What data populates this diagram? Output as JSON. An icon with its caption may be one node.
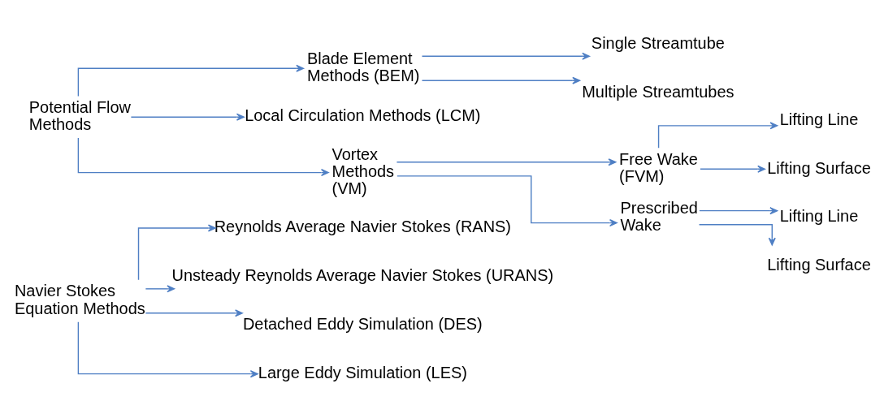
{
  "diagram": {
    "nodes": [
      {
        "text": [
          "Navier Stokes Equation Methods"
        ]
      },
      {
        "text": [
          "Reynolds Average Navier Stokes (RANS)"
        ]
      },
      {
        "text": [
          "Unsteady Reynolds Average Navier Stokes (URANS)"
        ]
      },
      {
        "text": [
          "Detached Eddy Simulation (DES)"
        ]
      },
      {
        "text": [
          "Large Eddy Simulation (LES)"
        ]
      },
      {
        "text": [
          "Potential Flow Methods"
        ]
      },
      {
        "text": [
          "Blade Element Methods (BEM)"
        ]
      },
      {
        "text": [
          "Single Streamtube"
        ]
      },
      {
        "text": [
          "Multiple Streamtubes"
        ]
      },
      {
        "text": [
          "Local Circulation Methods (LCM)"
        ]
      },
      {
        "text": [
          "Vortex Methods (VM)"
        ]
      },
      {
        "text": [
          "Free Wake (FVM)"
        ]
      },
      {
        "text": [
          "Lifting Line"
        ]
      },
      {
        "text": [
          "Lifting Surface"
        ]
      },
      {
        "text": [
          "Prescribed Wake"
        ]
      },
      {
        "text": [
          "Lifting Line"
        ]
      },
      {
        "text": [
          "Lifting Surface"
        ]
      }
    ],
    "edges": [
      {
        "from": 0,
        "to": 1,
        "arrow": "to"
      },
      {
        "from": 0,
        "to": 2,
        "arrow": "to"
      },
      {
        "from": 0,
        "to": 3,
        "arrow": "to"
      },
      {
        "from": 0,
        "to": 4,
        "arrow": "to"
      },
      {
        "from": 5,
        "to": 6,
        "arrow": "to"
      },
      {
        "from": 6,
        "to": 7,
        "arrow": "to"
      },
      {
        "from": 6,
        "to": 8,
        "arrow": "to"
      },
      {
        "from": 5,
        "to": 9,
        "arrow": "to"
      },
      {
        "from": 5,
        "to": 10,
        "arrow": "to"
      },
      {
        "from": 10,
        "to": 11,
        "arrow": "to"
      },
      {
        "from": 11,
        "to": 12,
        "arrow": "to"
      },
      {
        "from": 11,
        "to": 13,
        "arrow": "to"
      },
      {
        "from": 10,
        "to": 14,
        "arrow": "to"
      },
      {
        "from": 14,
        "to": 15,
        "arrow": "to"
      },
      {
        "from": 14,
        "to": 16,
        "arrow": "to"
      }
    ]
  }
}
